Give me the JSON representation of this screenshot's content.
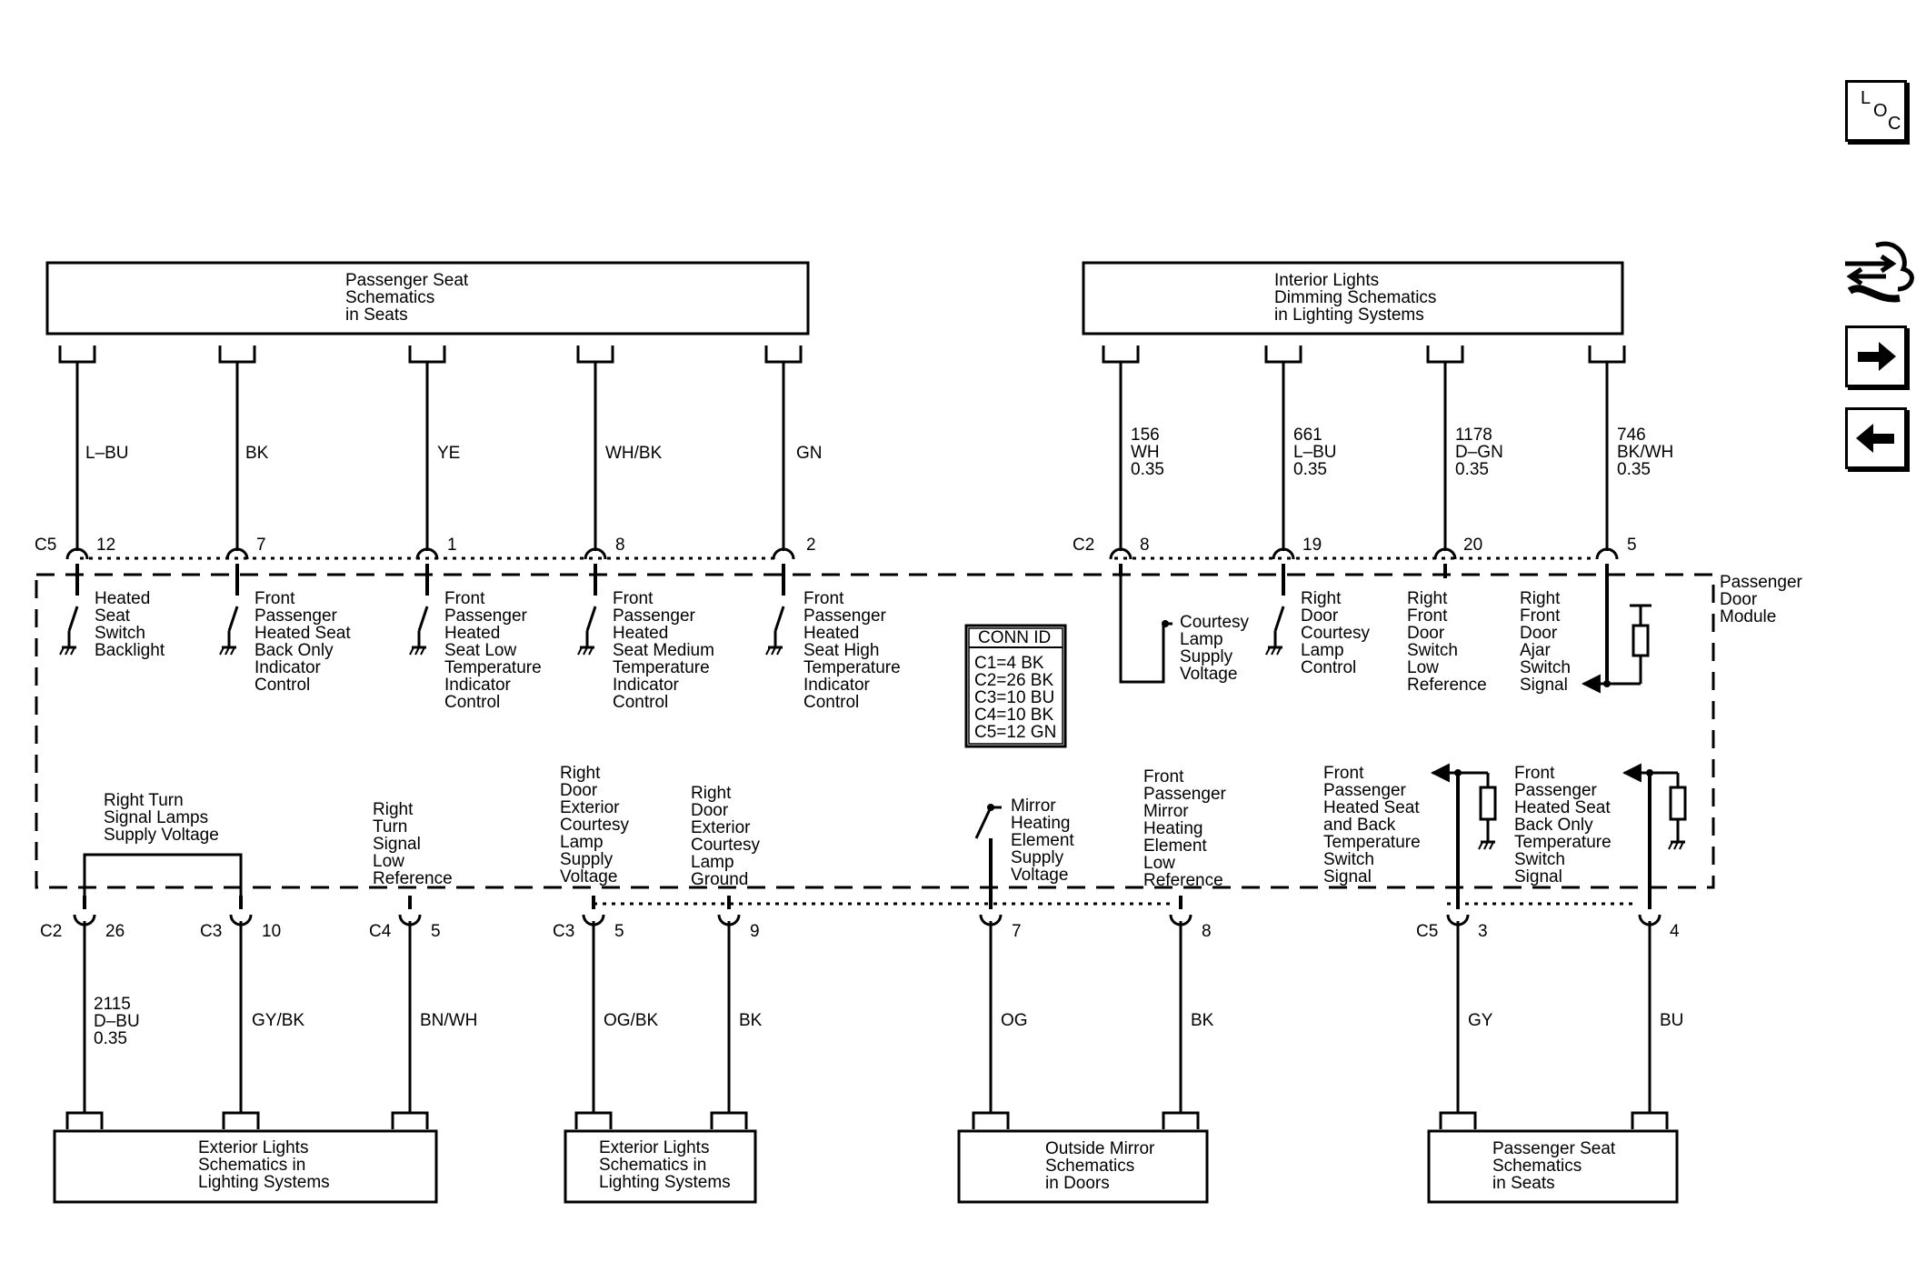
{
  "header_boxes": [
    {
      "id": "top-left-box",
      "lines": [
        "Passenger Seat",
        "Schematics",
        "in Seats"
      ]
    },
    {
      "id": "top-right-box",
      "lines": [
        "Interior Lights",
        "Dimming Schematics",
        "in Lighting Systems"
      ]
    }
  ],
  "footer_boxes": [
    {
      "id": "bottom-box-1",
      "lines": [
        "Exterior Lights",
        "Schematics in",
        "Lighting Systems"
      ]
    },
    {
      "id": "bottom-box-2",
      "lines": [
        "Exterior Lights",
        "Schematics in",
        "Lighting Systems"
      ]
    },
    {
      "id": "bottom-box-3",
      "lines": [
        "Outside Mirror",
        "Schematics",
        "in Doors"
      ]
    },
    {
      "id": "bottom-box-4",
      "lines": [
        "Passenger Seat",
        "Schematics",
        "in Seats"
      ]
    }
  ],
  "module": {
    "label_lines": [
      "Passenger",
      "Door",
      "Module"
    ]
  },
  "conn_id": {
    "title": "CONN ID",
    "entries": [
      "C1=4 BK",
      "C2=26 BK",
      "C3=10 BU",
      "C4=10 BK",
      "C5=12 GN"
    ]
  },
  "top_left_wires": [
    {
      "connector": "C5",
      "pin": "12",
      "color": "L–BU",
      "label_lines": [
        "Heated",
        "Seat",
        "Switch",
        "Backlight"
      ]
    },
    {
      "connector": "",
      "pin": "7",
      "color": "BK",
      "label_lines": [
        "Front",
        "Passenger",
        "Heated Seat",
        "Back Only",
        "Indicator",
        "Control"
      ]
    },
    {
      "connector": "",
      "pin": "1",
      "color": "YE",
      "label_lines": [
        "Front",
        "Passenger",
        "Heated",
        "Seat Low",
        "Temperature",
        "Indicator",
        "Control"
      ]
    },
    {
      "connector": "",
      "pin": "8",
      "color": "WH/BK",
      "label_lines": [
        "Front",
        "Passenger",
        "Heated",
        "Seat Medium",
        "Temperature",
        "Indicator",
        "Control"
      ]
    },
    {
      "connector": "",
      "pin": "2",
      "color": "GN",
      "label_lines": [
        "Front",
        "Passenger",
        "Heated",
        "Seat High",
        "Temperature",
        "Indicator",
        "Control"
      ]
    }
  ],
  "top_right_wires": [
    {
      "connector": "C2",
      "pin": "8",
      "circuit": "156",
      "color": "WH",
      "gauge": "0.35",
      "label_lines": [
        "Courtesy",
        "Lamp",
        "Supply",
        "Voltage"
      ]
    },
    {
      "connector": "",
      "pin": "19",
      "circuit": "661",
      "color": "L–BU",
      "gauge": "0.35",
      "label_lines": [
        "Right",
        "Door",
        "Courtesy",
        "Lamp",
        "Control"
      ]
    },
    {
      "connector": "",
      "pin": "20",
      "circuit": "1178",
      "color": "D–GN",
      "gauge": "0.35",
      "label_lines": [
        "Right",
        "Front",
        "Door",
        "Switch",
        "Low",
        "Reference"
      ]
    },
    {
      "connector": "",
      "pin": "5",
      "circuit": "746",
      "color": "BK/WH",
      "gauge": "0.35",
      "label_lines": [
        "Right",
        "Front",
        "Door",
        "Ajar",
        "Switch",
        "Signal"
      ]
    }
  ],
  "bottom_labels": [
    {
      "id": "right-turn-supply",
      "lines": [
        "Right Turn",
        "Signal Lamps",
        "Supply Voltage"
      ]
    },
    {
      "id": "right-turn-low-ref",
      "lines": [
        "Right",
        "Turn",
        "Signal",
        "Low",
        "Reference"
      ]
    },
    {
      "id": "courtesy-supply",
      "lines": [
        "Right",
        "Door",
        "Exterior",
        "Courtesy",
        "Lamp",
        "Supply",
        "Voltage"
      ]
    },
    {
      "id": "courtesy-ground",
      "lines": [
        "Right",
        "Door",
        "Exterior",
        "Courtesy",
        "Lamp",
        "Ground"
      ]
    },
    {
      "id": "mirror-supply",
      "lines": [
        "Mirror",
        "Heating",
        "Element",
        "Supply",
        "Voltage"
      ]
    },
    {
      "id": "mirror-low-ref",
      "lines": [
        "Front",
        "Passenger",
        "Mirror",
        "Heating",
        "Element",
        "Low",
        "Reference"
      ]
    },
    {
      "id": "seat-temp-switch",
      "lines": [
        "Front",
        "Passenger",
        "Heated Seat",
        "and Back",
        "Temperature",
        "Switch",
        "Signal"
      ]
    },
    {
      "id": "back-temp-switch",
      "lines": [
        "Front",
        "Passenger",
        "Heated Seat",
        "Back Only",
        "Temperature",
        "Switch",
        "Signal"
      ]
    }
  ],
  "bottom_wires": [
    {
      "connector": "C2",
      "pin": "26",
      "color": "D–BU",
      "circuit": "2115",
      "gauge": "0.35"
    },
    {
      "connector": "C3",
      "pin": "10",
      "color": "GY/BK"
    },
    {
      "connector": "C4",
      "pin": "5",
      "color": "BN/WH"
    },
    {
      "connector": "C3",
      "pin": "5",
      "color": "OG/BK"
    },
    {
      "connector": "",
      "pin": "9",
      "color": "BK"
    },
    {
      "connector": "",
      "pin": "7",
      "color": "OG"
    },
    {
      "connector": "",
      "pin": "8",
      "color": "BK"
    },
    {
      "connector": "C5",
      "pin": "3",
      "color": "GY"
    },
    {
      "connector": "",
      "pin": "4",
      "color": "BU"
    }
  ],
  "sidebar": {
    "loc_letters": [
      "L",
      "O",
      "C"
    ],
    "icons": [
      "wiring-harness-icon",
      "arrow-right-icon",
      "arrow-left-icon"
    ]
  }
}
